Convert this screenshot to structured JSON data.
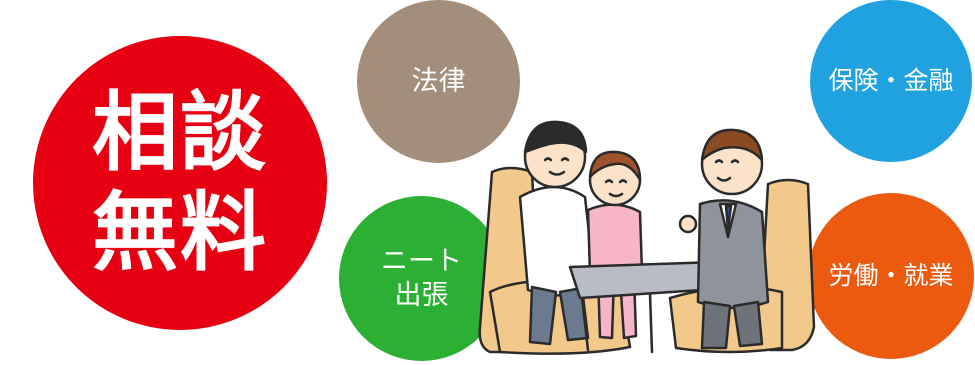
{
  "badge": {
    "line1": "相談",
    "line2": "無料",
    "color": "#e60012"
  },
  "categories": {
    "law": {
      "label": "法律",
      "color": "#a28e7a"
    },
    "neet": {
      "line1": "ニート",
      "line2": "出張",
      "color": "#2bb034"
    },
    "insurance": {
      "label": "保険・金融",
      "color": "#1fa2df"
    },
    "labor": {
      "label": "労働・就業",
      "color": "#ec5a0f"
    }
  },
  "illustration": {
    "icon": "consultation-illustration-icon"
  }
}
